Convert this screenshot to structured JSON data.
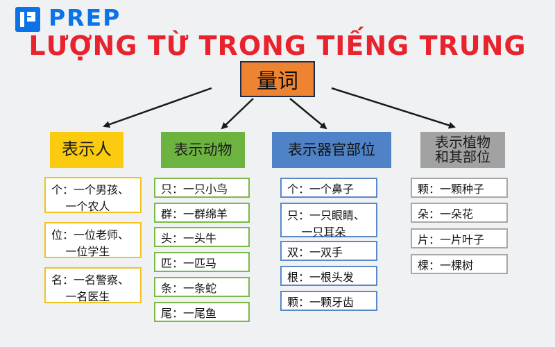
{
  "logo": {
    "text": "PREP"
  },
  "title": "LƯỢNG TỪ TRONG TIẾNG TRUNG",
  "root": "量词",
  "colors": {
    "title": "#e8232d",
    "root": "#ee8431",
    "person": "#fbcb10",
    "animal": "#6cb33f",
    "organ": "#4f82c6",
    "plant": "#a2a2a2",
    "brand": "#0b72e7"
  },
  "categories": {
    "person": {
      "label": "表示人",
      "items": [
        {
          "line1": "个：一个男孩、",
          "line2": "    一个农人"
        },
        {
          "line1": "位：一位老师、",
          "line2": "    一位学生"
        },
        {
          "line1": "名：一名警察、",
          "line2": "    一名医生"
        }
      ]
    },
    "animal": {
      "label": "表示动物",
      "items": [
        "只：一只小鸟",
        "群：一群绵羊",
        "头：一头牛",
        "匹：一匹马",
        "条：一条蛇",
        "尾：一尾鱼"
      ]
    },
    "organ": {
      "label": "表示器官部位",
      "items": [
        {
          "line1": "个：一个鼻子"
        },
        {
          "line1": "只：一只眼睛、",
          "line2": "    一只耳朵"
        },
        {
          "line1": "双：一双手"
        },
        {
          "line1": "根：一根头发"
        },
        {
          "line1": "颗：一颗牙齿"
        }
      ]
    },
    "plant": {
      "label_line1": "表示植物",
      "label_line2": "和其部位",
      "items": [
        "颗：一颗种子",
        "朵：一朵花",
        "片：一片叶子",
        "棵：一棵树"
      ]
    }
  }
}
